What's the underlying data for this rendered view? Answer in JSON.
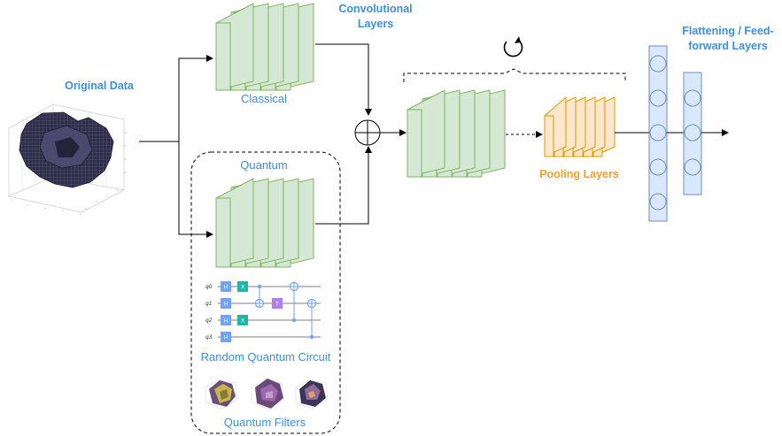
{
  "labels": {
    "original_data": "Original Data",
    "convolutional_line1": "Convolutional",
    "convolutional_line2": "Layers",
    "classical": "Classical",
    "quantum": "Quantum",
    "random_quantum_circuit": "Random Quantum Circuit",
    "quantum_filters": "Quantum Filters",
    "pooling_layers": "Pooling Layers",
    "flatten_line1": "Flattening / Feed-",
    "flatten_line2": "forward Layers"
  },
  "circuit": {
    "qubits": [
      "q0",
      "q1",
      "q2",
      "q3"
    ],
    "gates": [
      "H",
      "X",
      "H",
      "T",
      "H",
      "X",
      "H"
    ]
  },
  "colors": {
    "accent_blue": "#3d8fe0",
    "accent_orange": "#f0a030",
    "conv_fill": "#d5e8d4",
    "conv_stroke": "#82b366",
    "pool_fill": "#ffe6cc",
    "pool_stroke": "#d79b00",
    "neuron_fill": "#dae8fc",
    "neuron_stroke": "#6c8ebf"
  }
}
